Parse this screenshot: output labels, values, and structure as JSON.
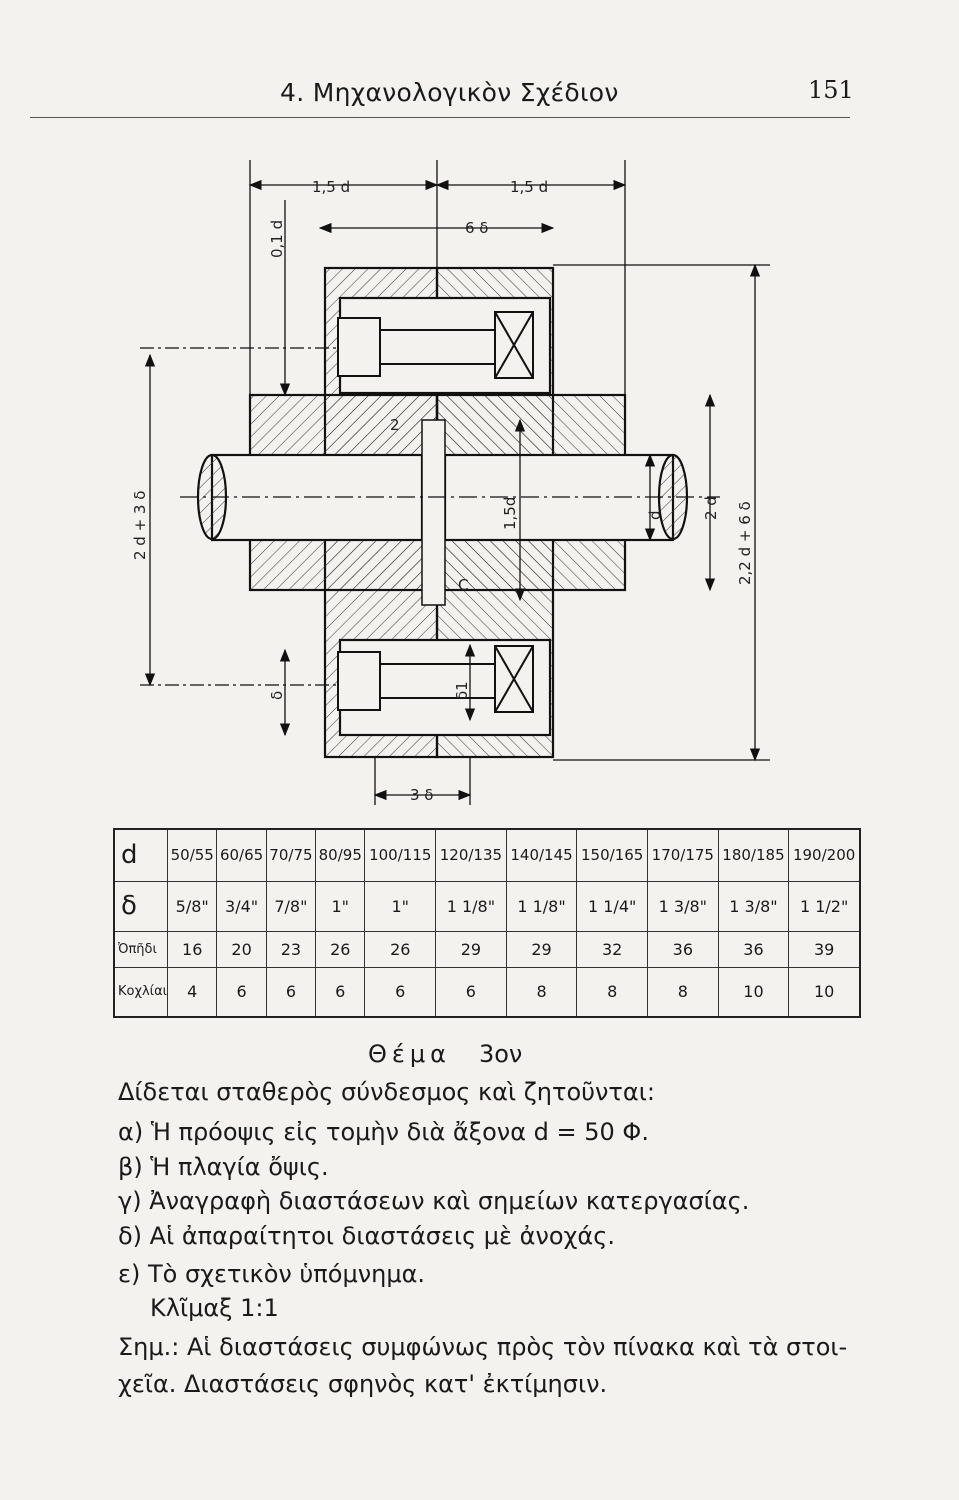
{
  "header": {
    "chapter_title": "4. Μηχανολογικὸν Σχέδιον",
    "page_number": "151"
  },
  "drawing": {
    "labels": {
      "top_left_width": "1,5 d",
      "top_right_width": "1,5 d",
      "flange_width": "6 δ",
      "step_height": "0,1 d",
      "gap": "2",
      "bolt_circle": "2 d + 3 δ",
      "hub_diameter_inner": "1,5d",
      "shaft_diameter": "d",
      "hub_diameter": "2 d",
      "outer_diameter": "2,2 d + 6 δ",
      "clearance": "C",
      "delta": "δ",
      "delta1": "δ1",
      "bottom_width": "3 δ"
    }
  },
  "table": {
    "row_headers": [
      "d",
      "δ",
      "Ὀπῆδι",
      "Κοχλίαι"
    ],
    "d": [
      "50/55",
      "60/65",
      "70/75",
      "80/95",
      "100/115",
      "120/135",
      "140/145",
      "150/165",
      "170/175",
      "180/185",
      "190/200"
    ],
    "delta": [
      "5/8\"",
      "3/4\"",
      "7/8\"",
      "1\"",
      "1\"",
      "1 1/8\"",
      "1 1/8\"",
      "1 1/4\"",
      "1 3/8\"",
      "1 3/8\"",
      "1 1/2\""
    ],
    "holes": [
      "16",
      "20",
      "23",
      "26",
      "26",
      "29",
      "29",
      "32",
      "36",
      "36",
      "39"
    ],
    "bolts": [
      "4",
      "6",
      "6",
      "6",
      "6",
      "6",
      "8",
      "8",
      "8",
      "10",
      "10"
    ]
  },
  "text": {
    "theme_word": "Θέμα",
    "theme_num": "3ον",
    "lines": [
      "Δίδεται σταθερὸς σύνδεσμος καὶ ζητοῦνται:",
      "α) Ἡ πρόοψις εἰς τομὴν διὰ ἄξονα d = 50 Φ.",
      "β) Ἡ πλαγία ὄψις.",
      "γ) Ἀναγραφὴ διαστάσεων καὶ σημείων κατεργασίας.",
      "δ) Αἱ ἀπαραίτητοι διαστάσεις μὲ ἀνοχάς.",
      "ε) Τὸ σχετικὸν ὑπόμνημα.",
      "Κλῖμαξ 1:1",
      "Σημ.: Αἱ διαστάσεις συμφώνως πρὸς τὸν πίνακα καὶ τὰ στοι-",
      "χεῖα. Διαστάσεις σφηνὸς κατ' ἐκτίμησιν."
    ]
  }
}
